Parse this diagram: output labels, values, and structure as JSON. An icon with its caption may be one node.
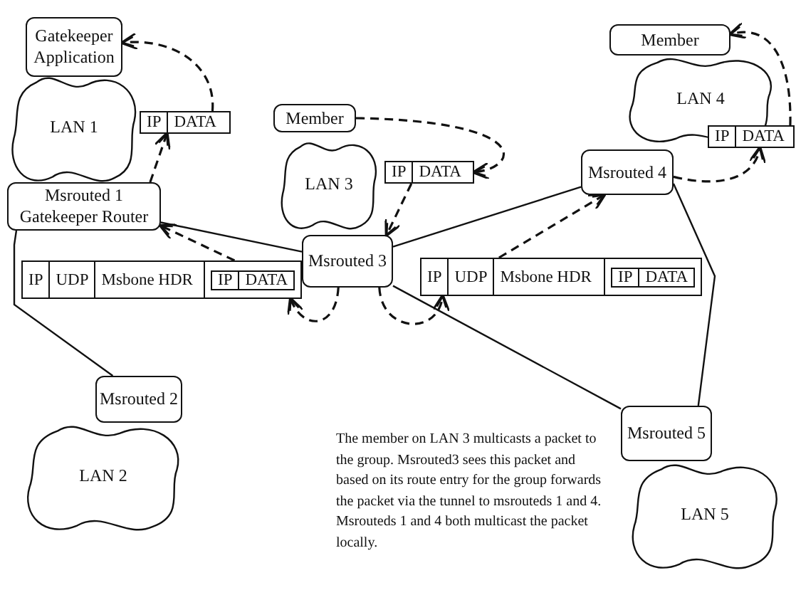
{
  "diagram": {
    "nodes": [
      {
        "text": [
          "Gatekeeper Application"
        ]
      },
      {
        "text": [
          "LAN 1"
        ]
      },
      {
        "text": [
          "IP",
          "DATA"
        ]
      },
      {
        "text": [
          "Member"
        ]
      },
      {
        "text": [
          "LAN 3"
        ]
      },
      {
        "text": [
          "IP",
          "DATA"
        ]
      },
      {
        "text": [
          "Member"
        ]
      },
      {
        "text": [
          "LAN 4"
        ]
      },
      {
        "text": [
          "IP",
          "DATA"
        ]
      },
      {
        "text": [
          "Msrouted 1 Gatekeeper Router"
        ]
      },
      {
        "text": [
          "Msrouted 4"
        ]
      },
      {
        "text": [
          "IP",
          "UDP",
          "Msbone HDR",
          "IP",
          "DATA"
        ]
      },
      {
        "text": [
          "Msrouted 3"
        ]
      },
      {
        "text": [
          "IP",
          "UDP",
          "Msbone HDR",
          "IP",
          "DATA"
        ]
      },
      {
        "text": [
          "Msrouted 2"
        ]
      },
      {
        "text": [
          "LAN 2"
        ]
      },
      {
        "text": [
          "Msrouted 5"
        ]
      },
      {
        "text": [
          "LAN 5"
        ]
      }
    ],
    "edges": [
      {
        "from": 9,
        "to": 12,
        "arrow": "none"
      },
      {
        "from": 9,
        "to": 14,
        "arrow": "none"
      },
      {
        "from": 12,
        "to": 10,
        "arrow": "none"
      },
      {
        "from": 12,
        "to": 16,
        "arrow": "none"
      },
      {
        "from": 10,
        "to": 16,
        "arrow": "none"
      },
      {
        "from": 3,
        "to": 5,
        "arrow": "to",
        "style": "dashed"
      },
      {
        "from": 5,
        "to": 12,
        "arrow": "to",
        "style": "dashed"
      },
      {
        "from": 12,
        "to": 11,
        "arrow": "to",
        "style": "dashed"
      },
      {
        "from": 11,
        "to": 9,
        "arrow": "to",
        "style": "dashed"
      },
      {
        "from": 9,
        "to": 2,
        "arrow": "to",
        "style": "dashed"
      },
      {
        "from": 2,
        "to": 0,
        "arrow": "to",
        "style": "dashed"
      },
      {
        "from": 12,
        "to": 13,
        "arrow": "to",
        "style": "dashed"
      },
      {
        "from": 13,
        "to": 10,
        "arrow": "to",
        "style": "dashed"
      },
      {
        "from": 10,
        "to": 8,
        "arrow": "to",
        "style": "dashed"
      },
      {
        "from": 8,
        "to": 6,
        "arrow": "to",
        "style": "dashed"
      }
    ],
    "labels": [
      "The member on LAN 3 multicasts a packet to the group. Msrouted3 sees this packet and based on its route entry for the group forwards the packet via the tunnel to msrouteds 1 and 4. Msrouteds 1 and 4 both multicast the packet locally."
    ]
  }
}
